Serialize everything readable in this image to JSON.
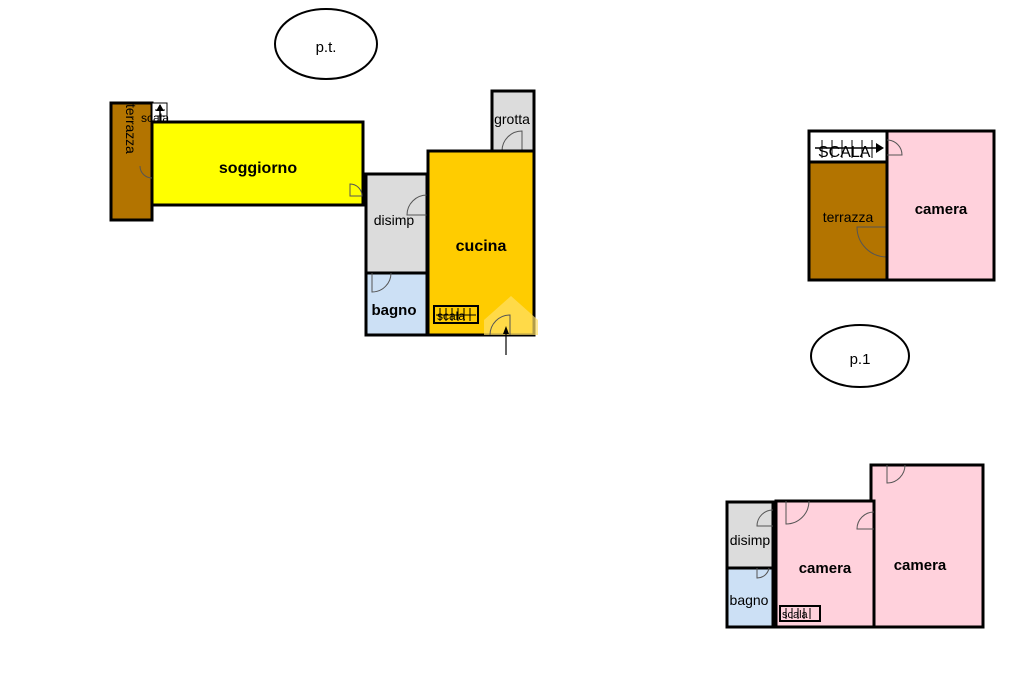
{
  "levels": {
    "ground": {
      "label": "p.t."
    },
    "first": {
      "label": "p.1"
    }
  },
  "rooms": {
    "terrazza_v": "t e r r a z z a",
    "scala_small": "scala",
    "soggiorno": "soggiorno",
    "disimp_pt": "disimp",
    "bagno_pt": "bagno",
    "grotta": "grotta",
    "cucina": "cucina",
    "scala_cucina": "scala",
    "scala_upper": "SCALA",
    "terrazza_upper": "terrazza",
    "camera_upper": "camera",
    "disimp_p1": "disimp",
    "bagno_p1": "bagno",
    "camera_p1_a": "camera",
    "camera_p1_b": "camera",
    "scala_p1": "scala"
  },
  "colors": {
    "living": "#ffff00",
    "kitchen": "#ffcc00",
    "terrace": "#b37400",
    "service": "#dcdcdc",
    "bath": "#cce0f5",
    "bedroom": "#ffd1dc"
  }
}
